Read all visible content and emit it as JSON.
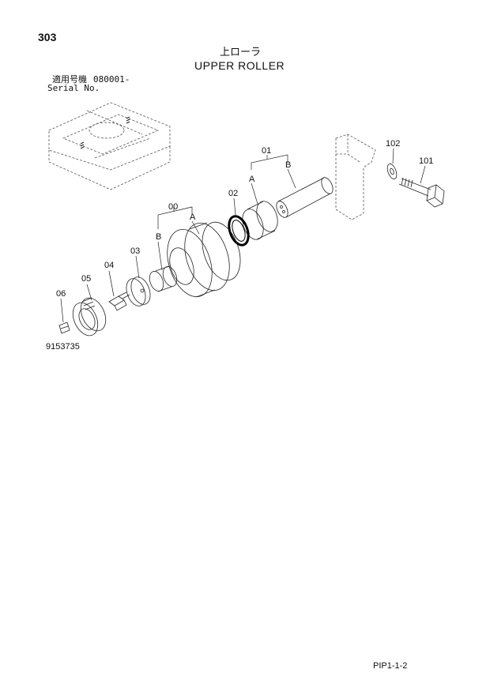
{
  "page": {
    "number": "303",
    "title_jp": "上ローラ",
    "title_en": "UPPER ROLLER",
    "serial_label_jp": "適用号機",
    "serial_range": "080001-",
    "serial_label_en": "Serial No.",
    "drawing_number": "9153735",
    "footer_code": "PIP1-1-2"
  },
  "callouts": {
    "c01": "01",
    "c02": "02",
    "c00": "00",
    "c03": "03",
    "c04": "04",
    "c05": "05",
    "c06": "06",
    "c101": "101",
    "c102": "102",
    "a_upper": "A",
    "b_upper": "B",
    "a_lower": "A",
    "b_lower": "B"
  }
}
